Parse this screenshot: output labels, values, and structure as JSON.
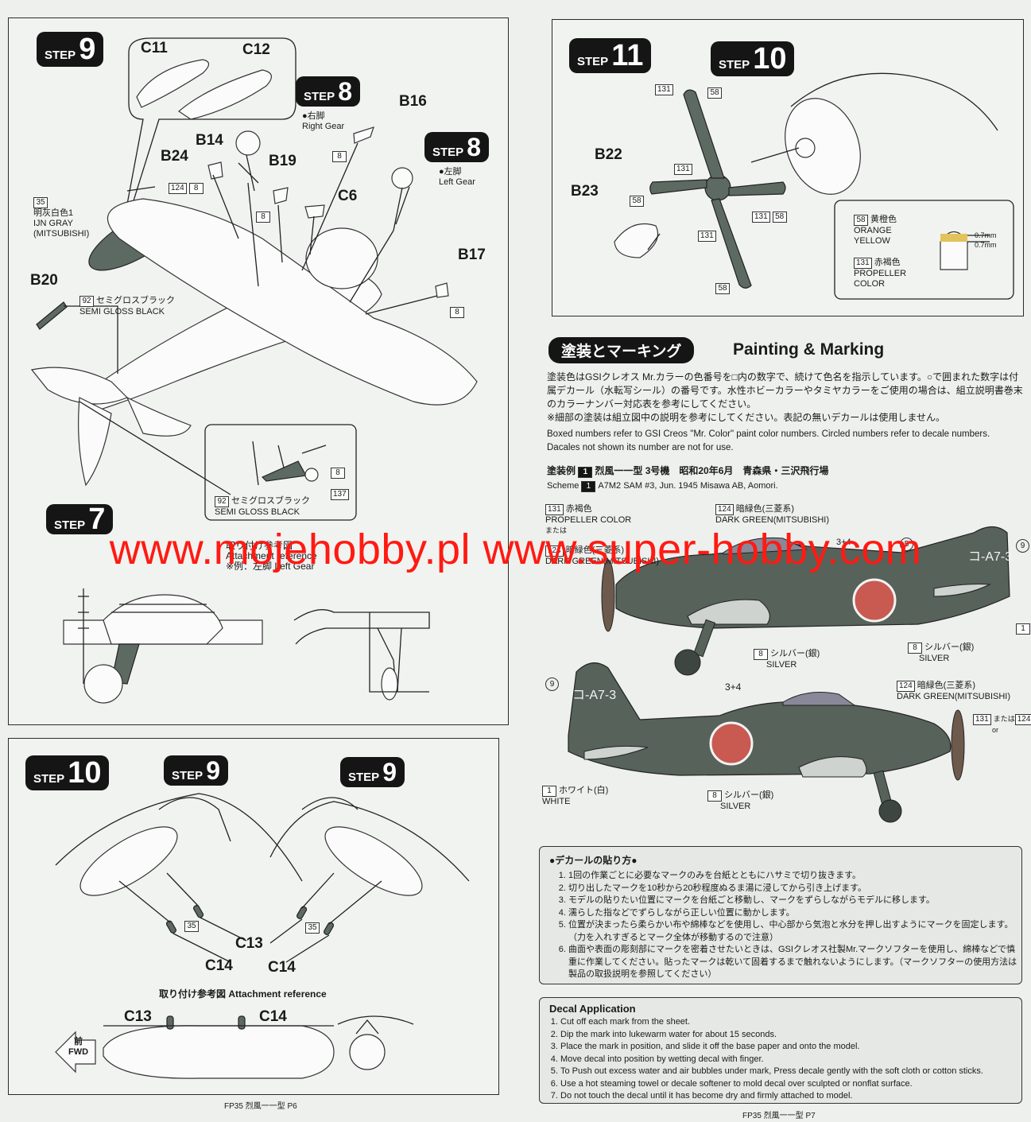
{
  "watermark": "www.mojehobby.pl www.super-hobby.com",
  "left_page": {
    "step9": {
      "badge_word": "STEP",
      "badge_num": "9",
      "parts": {
        "c11": "C11",
        "c12": "C12",
        "b14": "B14",
        "b16": "B16",
        "b17": "B17",
        "b19": "B19",
        "b20": "B20",
        "b24": "B24",
        "c6": "C6"
      },
      "sub8_right": {
        "badge_word": "STEP",
        "badge_num": "8",
        "jp": "●右脚",
        "en": "Right Gear"
      },
      "sub8_left": {
        "badge_word": "STEP",
        "badge_num": "8",
        "jp": "●左脚",
        "en": "Left Gear"
      },
      "color35": {
        "num": "35",
        "jp": "明灰白色1",
        "en1": "IJN GRAY",
        "en2": "(MITSUBISHI)"
      },
      "color92a": {
        "num": "92",
        "jp": "セミグロスブラック",
        "en": "SEMI GLOSS BLACK"
      },
      "color92b": {
        "num": "92",
        "jp": "セミグロスブラック",
        "en": "SEMI GLOSS BLACK"
      },
      "num124": "124",
      "num8": "8",
      "num137": "137"
    },
    "step7": {
      "badge_word": "STEP",
      "badge_num": "7",
      "jp": "取り付け参考図",
      "en": "Attachment reference",
      "sub_jp": "※例：左脚",
      "sub_en": "Left Gear"
    },
    "step10": {
      "badge_word": "STEP",
      "badge_num": "10",
      "sub9a": {
        "badge_word": "STEP",
        "badge_num": "9"
      },
      "sub9b": {
        "badge_word": "STEP",
        "badge_num": "9"
      },
      "c13": "C13",
      "c14": "C14",
      "num35": "35",
      "ref_jp": "取り付け参考図",
      "ref_en": "Attachment reference",
      "fwd_jp": "前",
      "fwd_en": "FWD"
    },
    "footer": "FP35 烈風一一型 P6"
  },
  "right_page": {
    "step11": {
      "badge_word": "STEP",
      "badge_num": "11",
      "b22": "B22",
      "b23": "B23",
      "n131": "131",
      "n58": "58"
    },
    "step10": {
      "badge_word": "STEP",
      "badge_num": "10"
    },
    "prop_legend": {
      "c58": {
        "num": "58",
        "jp": "黄橙色",
        "en1": "ORANGE",
        "en2": "YELLOW"
      },
      "c131": {
        "num": "131",
        "jp": "赤褐色",
        "en1": "PROPELLER",
        "en2": "COLOR"
      },
      "dim": "0.7mm"
    },
    "section": {
      "jp": "塗装とマーキング",
      "en": "Painting & Marking"
    },
    "intro_jp": "塗装色はGSIクレオス Mr.カラーの色番号を□内の数字で、続けて色名を指示しています。○で囲まれた数字は付属デカール（水転写シール）の番号です。水性ホビーカラーやタミヤカラーをご使用の場合は、組立説明書巻末のカラーナンバー対応表を参考にしてください。",
    "intro_jp2": "※細部の塗装は組立図中の説明を参考にしてください。表記の無いデカールは使用しません。",
    "intro_en": "Boxed numbers refer to GSI Creos \"Mr. Color\" paint color numbers. Circled numbers refer to decale numbers. Dacales not shown its number are not for use.",
    "scheme": {
      "jp_label": "塗装例",
      "num": "1",
      "jp_text": "烈風一一型 3号機　昭和20年6月　青森県・三沢飛行場",
      "en_label": "Scheme",
      "en_text": "A7M2 SAM #3, Jun. 1945 Misawa AB, Aomori."
    },
    "callouts": {
      "prop": {
        "num": "131",
        "jp": "赤褐色",
        "en": "PROPELLER  COLOR",
        "or": "または"
      },
      "dg_top": {
        "num": "124",
        "jp": "暗緑色(三菱系)",
        "en": "DARK GREEN(MITSUBISHI)"
      },
      "dg_left": {
        "num": "124",
        "jp": "暗緑色(三菱系)",
        "en": "DARK GREEN(MITSUBISHI)"
      },
      "silver1": {
        "num": "8",
        "jp": "シルバー(銀)",
        "en": "SILVER"
      },
      "silver2": {
        "num": "8",
        "jp": "シルバー(銀)",
        "en": "SILVER"
      },
      "silver3": {
        "num": "8",
        "jp": "シルバー(銀)",
        "en": "SILVER"
      },
      "dg_low": {
        "num": "124",
        "jp": "暗緑色(三菱系)",
        "en": "DARK GREEN(MITSUBISHI)"
      },
      "white": {
        "num": "1",
        "jp": "ホワイト(白)",
        "en": "WHITE"
      },
      "decal34a": "3+4",
      "decal34b": "3+4",
      "decal5": "5",
      "decal9a": "9",
      "decal9b": "9",
      "decal1": "1",
      "tail_code": "コ-A7-3",
      "or_jp": "または",
      "or_en": "or",
      "n131": "131",
      "n124": "124"
    },
    "decal_jp": {
      "title": "●デカールの貼り方●",
      "items": [
        "1回の作業ごとに必要なマークのみを台紙とともにハサミで切り抜きます。",
        "切り出したマークを10秒から20秒程度ぬるま湯に浸してから引き上げます。",
        "モデルの貼りたい位置にマークを台紙ごと移動し、マークをずらしながらモデルに移します。",
        "濡らした指などでずらしながら正しい位置に動かします。",
        "位置が決まったら柔らかい布や綿棒などを使用し、中心部から気泡と水分を押し出すようにマークを固定します。（力を入れすぎるとマーク全体が移動するので注意）",
        "曲面や表面の彫刻部にマークを密着させたいときは、GSIクレオス社製Mr.マークソフターを使用し、綿棒などで慎重に作業してください。貼ったマークは乾いて固着するまで触れないようにします。（マークソフターの使用方法は製品の取扱説明を参照してください）"
      ]
    },
    "decal_en": {
      "title": "Decal Application",
      "items": [
        "Cut off each mark from the sheet.",
        "Dip the mark into lukewarm water for about 15 seconds.",
        "Place the mark in position, and slide it off the base paper and onto the model.",
        "Move decal into position by wetting decal with finger.",
        "To Push out excess water and air bubbles under mark, Press decale gently with the soft cloth or cotton sticks.",
        "Use a hot steaming towel or decale softener to mold decal over sculpted or nonflat surface.",
        "Do not touch the decal  until it has become dry and firmly attached to model."
      ]
    },
    "footer": "FP35 烈風一一型 P7"
  },
  "colors": {
    "dark_green": "#56625a",
    "badge": "#151515",
    "watermark": "#ff1a12",
    "hinomaru": "#c85a52"
  }
}
